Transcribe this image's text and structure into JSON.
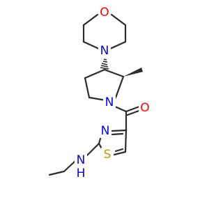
{
  "molecule": {
    "atoms": {
      "O_morpholine": {
        "label": "O",
        "color": "#ff0000"
      },
      "N_morpholine": {
        "label": "N",
        "color": "#0000ff"
      },
      "N_pyrrolidine": {
        "label": "N",
        "color": "#0000ff"
      },
      "O_carbonyl": {
        "label": "O",
        "color": "#ff0000"
      },
      "N_thiazole": {
        "label": "N",
        "color": "#0000ff"
      },
      "S_thiazole": {
        "label": "S",
        "color": "#b8a100"
      },
      "NH_amine": {
        "label": "N",
        "color": "#0000ff"
      },
      "H_amine": {
        "label": "H",
        "color": "#0000ff"
      }
    },
    "bond_color": "#2b2b2b"
  }
}
